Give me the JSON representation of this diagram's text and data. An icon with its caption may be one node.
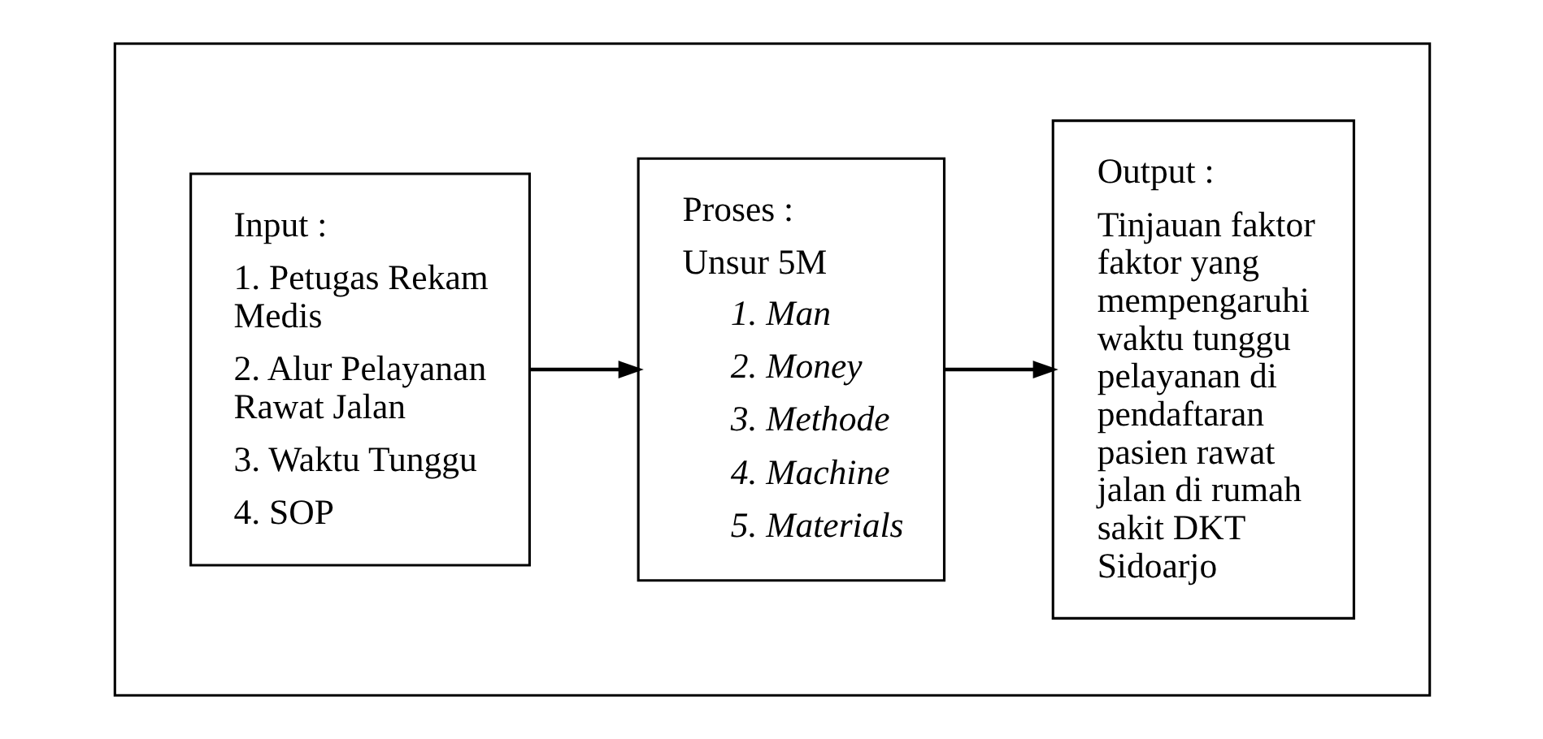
{
  "diagram": {
    "nodes": [
      {
        "text": [],
        "shape": "box"
      },
      {
        "text": [
          "Input :",
          "1. Petugas Rekam Medis",
          "2. Alur Pelayanan Rawat Jalan",
          "3. Waktu Tunggu",
          "4. SOP"
        ],
        "in": 0
      },
      {
        "text": [
          "Proses :",
          "Unsur 5M",
          "1. Man",
          "2. Money",
          "3. Methode",
          "4. Machine",
          "5. Materials"
        ],
        "in": 0
      },
      {
        "text": [
          "Output :",
          "Tinjauan faktor faktor yang mempengaruhi waktu tunggu pelayanan di pendaftaran pasien rawat jalan di rumah sakit DKT Sidoarjo"
        ],
        "in": 0
      }
    ],
    "edges": [
      {
        "from": 1,
        "to": 2,
        "arrow": "to"
      },
      {
        "from": 2,
        "to": 3,
        "arrow": "to"
      }
    ]
  }
}
